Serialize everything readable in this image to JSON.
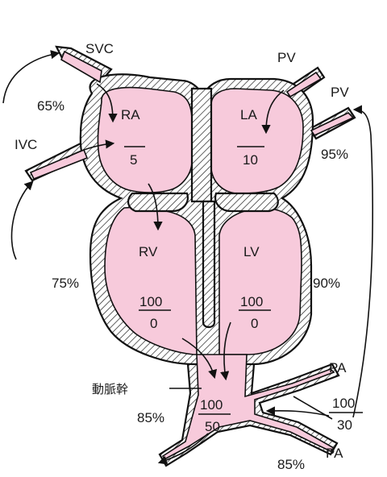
{
  "colors": {
    "cavity": "#f7cadb",
    "wall": "#ffffff",
    "outline": "#111111"
  },
  "vessels": {
    "svc": "SVC",
    "ivc": "IVC",
    "pv_top": "PV",
    "pv_right": "PV",
    "pa_top": "PA",
    "pa_bottom": "PA",
    "trunk": "動脈幹"
  },
  "chambers": {
    "ra": {
      "name": "RA",
      "pressure": "5"
    },
    "la": {
      "name": "LA",
      "pressure": "10"
    },
    "rv": {
      "name": "RV",
      "systolic": "100",
      "diastolic": "0"
    },
    "lv": {
      "name": "LV",
      "systolic": "100",
      "diastolic": "0"
    }
  },
  "trunk_pressure": {
    "systolic": "100",
    "diastolic": "50"
  },
  "pa_pressure": {
    "systolic": "100",
    "diastolic": "30"
  },
  "saturations": {
    "svc": "65%",
    "la": "95%",
    "rv": "75%",
    "lv": "90%",
    "trunk": "85%",
    "pa": "85%"
  }
}
